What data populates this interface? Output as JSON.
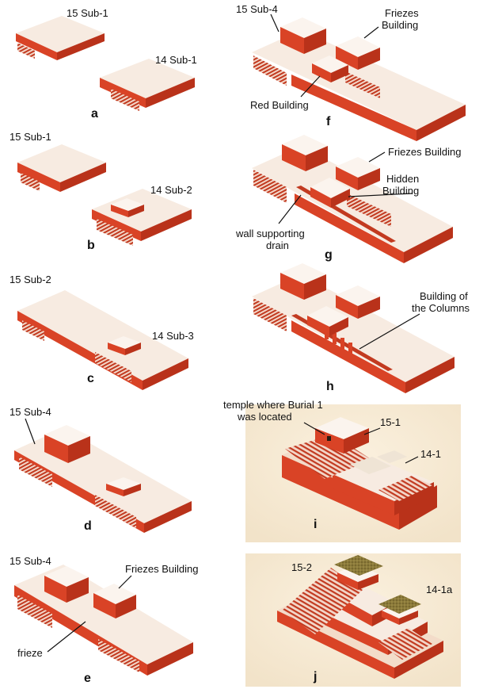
{
  "colors": {
    "top": "#f4e7dc",
    "top_light": "#fbf4ee",
    "side_left": "#d94326",
    "side_right": "#b9321a",
    "stripe_dark": "#c23a20",
    "stripe_light": "#f3d7c9",
    "ground": "#f6ead6",
    "thatch": "#8b7a3a"
  },
  "panels": [
    {
      "letter": "a",
      "labels": [
        "15 Sub-1",
        "14 Sub-1"
      ]
    },
    {
      "letter": "b",
      "labels": [
        "15 Sub-1",
        "14 Sub-2"
      ]
    },
    {
      "letter": "c",
      "labels": [
        "15 Sub-2",
        "14 Sub-3"
      ]
    },
    {
      "letter": "d",
      "labels": [
        "15 Sub-4"
      ]
    },
    {
      "letter": "e",
      "labels": [
        "15 Sub-4",
        "Friezes Building",
        "frieze"
      ]
    },
    {
      "letter": "f",
      "labels": [
        "15 Sub-4",
        "Friezes",
        "Building",
        "Red Building"
      ]
    },
    {
      "letter": "g",
      "labels": [
        "Friezes Building",
        "Hidden",
        "Building",
        "wall supporting",
        "drain"
      ]
    },
    {
      "letter": "h",
      "labels": [
        "Building of",
        "the Columns"
      ]
    },
    {
      "letter": "i",
      "labels": [
        "temple where Burial 1",
        "was located",
        "15-1",
        "14-1"
      ]
    },
    {
      "letter": "j",
      "labels": [
        "15-2",
        "14-1a"
      ]
    }
  ]
}
